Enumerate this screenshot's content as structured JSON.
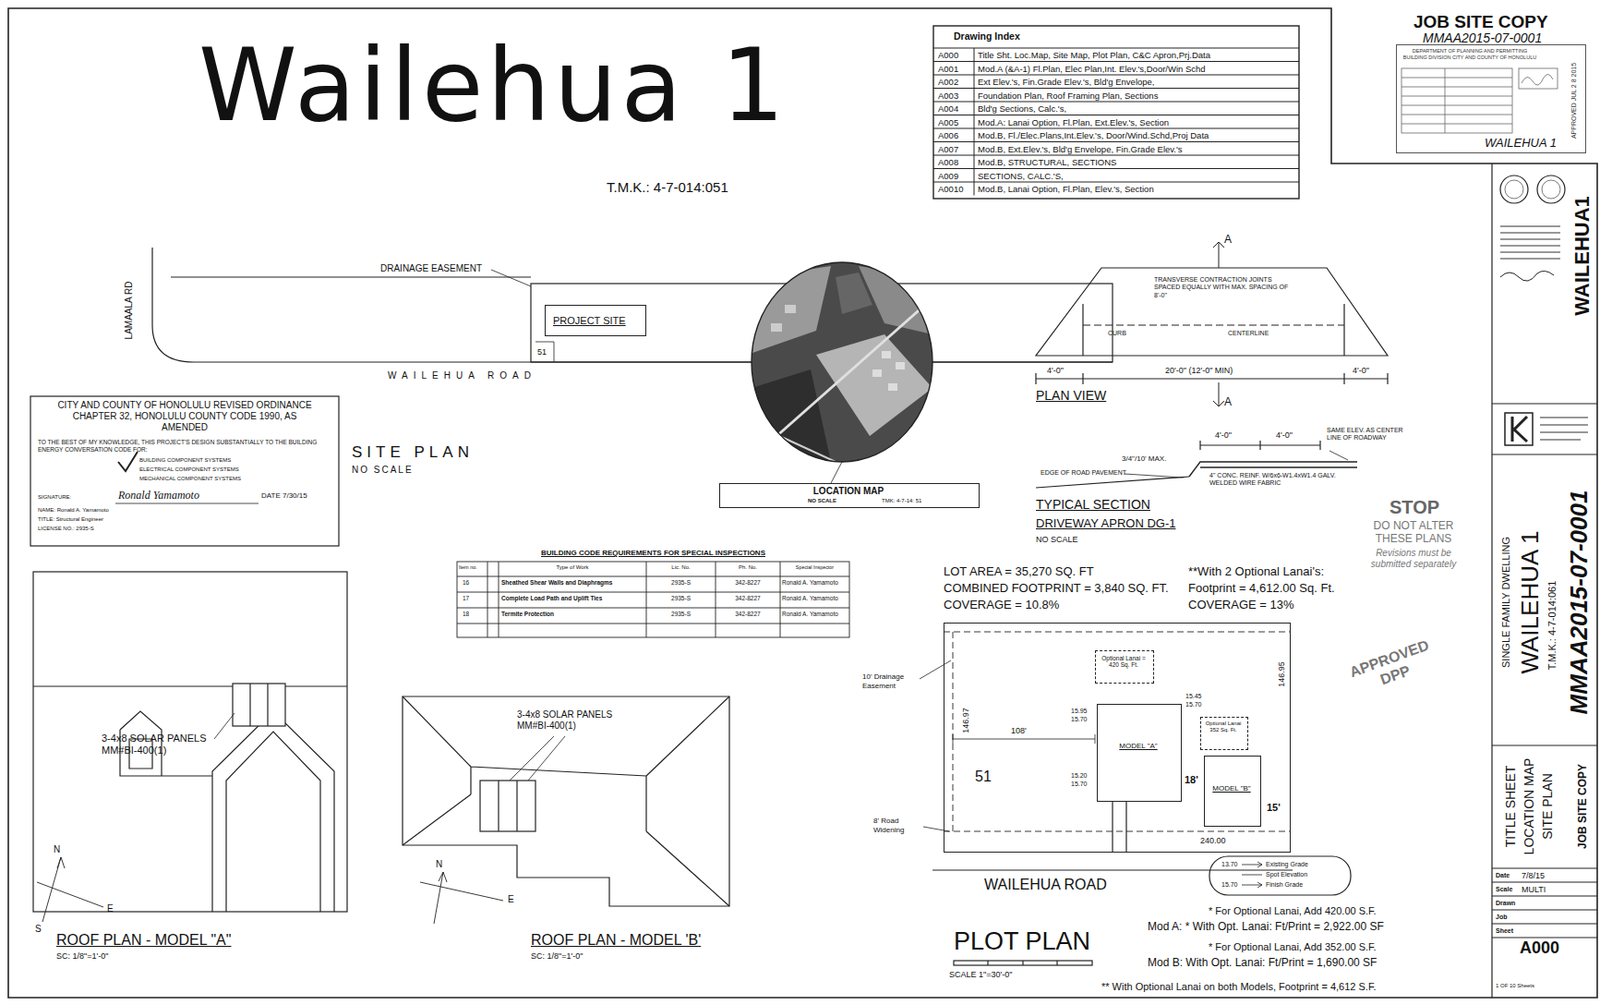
{
  "diagram": {
    "title": "Wailehua 1",
    "nodes": [
      {
        "text": [
          "Drawing Index",
          "A000",
          "Title Sht. Loc.Map, Site Map, Plot Plan, C&C Apron,Prj.Data",
          "A001",
          "Mod.A (&A-1) Fl.Plan, Elec Plan,Int. Elev.'s,Door/Win Schd",
          "A002",
          "Ext Elev.'s, Fin.Grade Elev.'s, Bld'g Envelope,",
          "A003",
          "Foundation Plan, Roof Framing Plan, Sections",
          "A004",
          "Bld'g Sections, Calc.'s,",
          "A005",
          "Mod.A: Lanai Option, Fl.Plan, Ext.Elev.'s, Section",
          "A006",
          "Mod.B, Fl./Elec.Plans,Int.Elev.'s, Door/Wind.Schd,Proj Data",
          "A007",
          "Mod.B, Ext.Elev.'s, Bld'g Envelope, Fin.Grade Elev.'s",
          "A008",
          "Mod.B, STRUCTURAL, SECTIONS",
          "A009",
          "SECTIONS, CALC.'S,",
          "A0010",
          "Mod.B, Lanai Option, Fl.Plan, Elev.'s, Section"
        ]
      },
      {
        "text": [
          "JOB SITE COPY",
          "MMAA2015-07-0001",
          "DEPARTMENT OF PLANNING AND PERMITTING BUILDING DIVISION CITY AND COUNTY OF HONOLULU",
          "WAILEHUA 1",
          "APPROVED JUL 2 8 2015"
        ]
      },
      {
        "text": [
          "PROJECT SITE"
        ]
      },
      {
        "text": [
          "LOCATION MAP",
          "NO SCALE",
          "TMK: 4-7-14: 51"
        ]
      },
      {
        "text": [
          "CITY AND COUNTY OF HONOLULU REVISED ORDINANCE CHAPTER 32, HONOLULU COUNTY CODE 1990, AS AMENDED",
          "TO THE BEST OF MY KNOWLEDGE, THIS PROJECT'S DESIGN SUBSTANTIALLY TO THE BUILDING ENERGY CONVERSATION CODE FOR:",
          "BUILDING COMPONENT SYSTEMS",
          "ELECTRICAL COMPONENT SYSTEMS",
          "MECHANICAL COMPONENT SYSTEMS",
          "SIGNATURE:",
          "Ronald Yamamoto",
          "DATE 7/30/15",
          "NAME: Ronald A. Yamamoto",
          "TITLE: Structural Engineer",
          "LICENSE NO.: 2935-S"
        ]
      },
      {
        "text": [
          "BUILDING CODE REQUIREMENTS FOR SPECIAL INSPECTIONS",
          "Item no.",
          "Type of Work",
          "Lic. No.",
          "Ph. No.",
          "Special Inspector",
          "16",
          "Sheathed Shear Walls and Diaphragms",
          "2935-S",
          "342-8227",
          "Ronald A. Yamamoto",
          "17",
          "Complete Load Path and Uplift Ties",
          "2935-S",
          "342-8227",
          "Ronald A. Yamamoto",
          "18",
          "Termite Protection",
          "2935-S",
          "342-8227",
          "Ronald A. Yamamoto"
        ]
      },
      {
        "text": [
          "51"
        ]
      },
      {
        "text": [
          "MODEL \"A\""
        ],
        "in": 6
      },
      {
        "text": [
          "Optional Lanai = 420 Sq. Ft."
        ],
        "in": 6
      },
      {
        "text": [
          "MODEL \"B\""
        ],
        "in": 6
      },
      {
        "text": [
          "Optional Lanai 352 Sq. Ft."
        ],
        "in": 6
      },
      {
        "text": [
          "13.70",
          "Existing Grade",
          "Spot Elevation",
          "15.70",
          "Finish Grade"
        ]
      },
      {
        "text": [
          "WAILEHUA1"
        ]
      },
      {
        "text": [
          "SINGLE FAMILY DWELLING",
          "WAILEHUA 1",
          "T.M.K.: 4-7-014:061",
          "MMAA2015-07-0001"
        ]
      },
      {
        "text": [
          "TITLE SHEET",
          "LOCATION MAP",
          "SITE PLAN",
          "JOB SITE COPY"
        ]
      },
      {
        "text": [
          "Date",
          "7/8/15",
          "Scale",
          "MULTI",
          "Drawn",
          "Job",
          "Sheet",
          "A000",
          "1 OF 10 Sheets"
        ]
      }
    ],
    "labels": [
      "T.M.K.: 4-7-014:051",
      "DRAINAGE EASEMENT",
      "LAMAALA RD",
      "WAILEHUA ROAD",
      "SITE PLAN",
      "NO SCALE",
      "51",
      "A",
      "TRANSVERSE CONTRACTION JOINTS SPACED EQUALLY WITH MAX. SPACING OF 8'-0\"",
      "CURB",
      "CENTERLINE",
      "4'-0\"",
      "20'-0\" (12'-0\" MIN)",
      "4'-0\"",
      "A",
      "PLAN VIEW",
      "4'-0\"",
      "4'-0\"",
      "SAME ELEV. AS CENTER LINE OF ROADWAY",
      "3/4\"/10' MAX.",
      "EDGE OF ROAD PAVEMENT",
      "4\" CONC. REINF. W/6x6-W1.4xW1.4 GALV. WELDED WIRE FABRIC",
      "TYPICAL SECTION",
      "DRIVEWAY APRON DG-1",
      "NO SCALE",
      "STOP",
      "DO NOT ALTER THESE PLANS",
      "Revisions must be submitted separately",
      "APPROVED DPP",
      "LOT AREA = 35,270 SQ. FT",
      "COMBINED FOOTPRINT = 3,840 SQ. FT.",
      "COVERAGE = 10.8%",
      "**With 2 Optional Lanai's:",
      "Footprint = 4,612.00 Sq. Ft.",
      "COVERAGE = 13%",
      "10' Drainage Easement",
      "146.97",
      "108'",
      "146.95",
      "18'",
      "15'",
      "8' Road Widening",
      "240.00",
      "WAILEHUA ROAD",
      "PLOT PLAN",
      "SCALE 1\"=30'-0\"",
      "* For Optional Lanai, Add 420.00 S.F.",
      "Mod A: * With Opt. Lanai: Ft/Print = 2,922.00 SF",
      "* For Optional Lanai, Add 352.00 S.F.",
      "Mod B: With Opt. Lanai: Ft/Print = 1,690.00 SF",
      "** With Optional Lanai on both Models, Footprint = 4,612 S.F.",
      "3-4x8 SOLAR PANELS MM#BI-400(1)",
      "3-4x8 SOLAR PANELS MM#BI-400(1)",
      "ROOF PLAN - MODEL \"A\"",
      "SC: 1/8\"=1'-0\"",
      "ROOF PLAN - MODEL 'B'",
      "SC: 1/8\"=1'-0\"",
      "N",
      "E",
      "S",
      "N",
      "E",
      "15.95",
      "15.70",
      "15.45",
      "15.70",
      "15.20",
      "15.70"
    ]
  }
}
